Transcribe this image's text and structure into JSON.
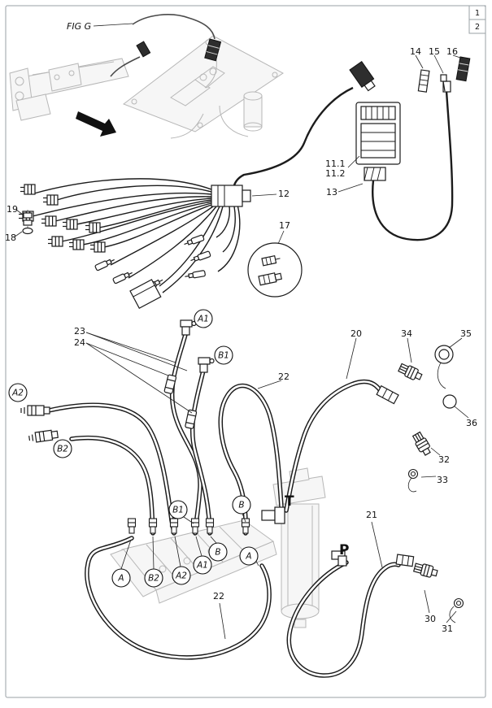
{
  "page": {
    "fig_label": "FIG G",
    "page1": "1",
    "page2": "2"
  },
  "callouts": {
    "n11_1": "11.1",
    "n11_2": "11.2",
    "n12": "12",
    "n13": "13",
    "n14": "14",
    "n15": "15",
    "n16": "16",
    "n17": "17",
    "n18": "18",
    "n19": "19",
    "n20": "20",
    "n21": "21",
    "n22": "22",
    "n23": "23",
    "n24": "24",
    "n30": "30",
    "n31": "31",
    "n32": "32",
    "n33": "33",
    "n34": "34",
    "n35": "35",
    "n36": "36"
  },
  "port_labels": {
    "a1": "A1",
    "b1": "B1",
    "a2": "A2",
    "b2": "B2",
    "a": "A",
    "b": "B",
    "t": "T",
    "p": "P"
  }
}
